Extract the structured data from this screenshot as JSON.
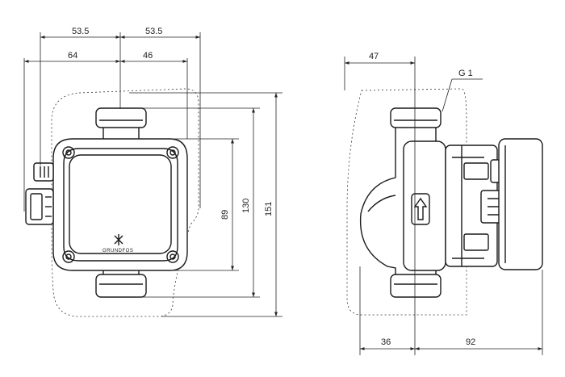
{
  "front_view": {
    "dim_width_left": "53.5",
    "dim_width_right": "53.5",
    "dim_left_64": "64",
    "dim_right_46": "46",
    "dim_h_89": "89",
    "dim_h_130": "130",
    "dim_h_151": "151",
    "brand_label": "GRUNDFOS"
  },
  "side_view": {
    "dim_top_47": "47",
    "thread_label": "G 1",
    "dim_bottom_36": "36",
    "dim_bottom_92": "92"
  },
  "colors": {
    "line": "#1a1a1a",
    "background": "#ffffff"
  }
}
